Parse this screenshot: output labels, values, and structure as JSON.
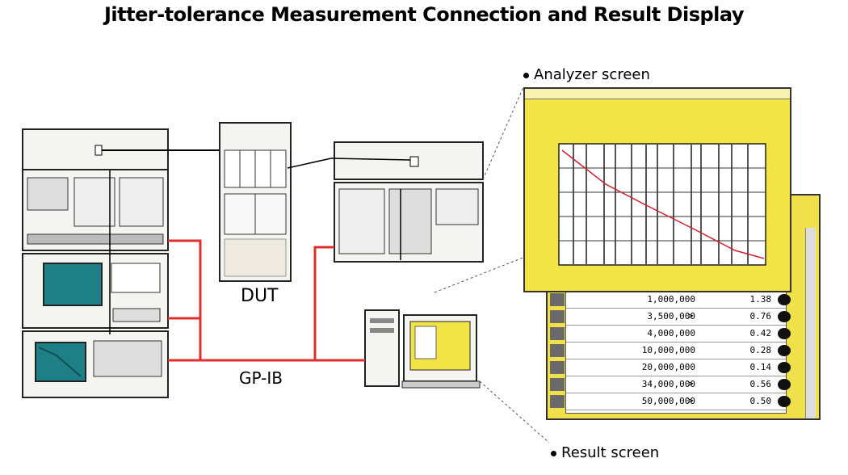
{
  "title": "Jitter-tolerance Measurement Connection and Result Display",
  "labels": {
    "dut": "DUT",
    "gpib": "GP-IB",
    "analyzer_screen": "Analyzer screen",
    "result_screen": "Result screen"
  },
  "colors": {
    "cable": "#e0302e",
    "screen_teal": "#1f7f86",
    "window_yellow": "#f2e444",
    "equipment": "#f4f4f0"
  },
  "result_rows": [
    {
      "freq": "1,000,000",
      "mark": "",
      "amp": "1.38"
    },
    {
      "freq": "3,500,000",
      "mark": ">",
      "amp": "0.76"
    },
    {
      "freq": "4,000,000",
      "mark": "",
      "amp": "0.42"
    },
    {
      "freq": "10,000,000",
      "mark": "",
      "amp": "0.28"
    },
    {
      "freq": "20,000,000",
      "mark": "",
      "amp": "0.14"
    },
    {
      "freq": "34,000,000",
      "mark": ">",
      "amp": "0.56"
    },
    {
      "freq": "50,000,000",
      "mark": ">",
      "amp": "0.50"
    }
  ]
}
